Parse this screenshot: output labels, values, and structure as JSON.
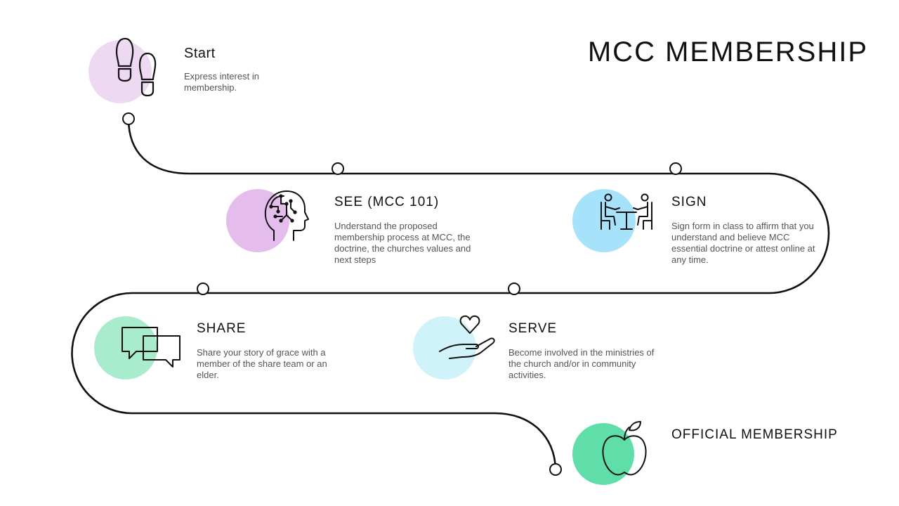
{
  "title": "MCC MEMBERSHIP",
  "colors": {
    "path": "#111111",
    "start": "#edd9f2",
    "see": "#e5bdec",
    "sign": "#a6e3fa",
    "share": "#a8eccd",
    "serve": "#cff3f8",
    "official": "#5fdeaa"
  },
  "steps": {
    "start": {
      "title": "Start",
      "desc": "Express interest in membership.",
      "icon": "footprints-icon"
    },
    "see": {
      "title": "SEE (MCC 101)",
      "desc": "Understand the proposed membership process at MCC, the doctrine, the churches values and next steps",
      "icon": "brain-head-icon"
    },
    "sign": {
      "title": "SIGN",
      "desc": "Sign form in class to affirm that you understand and believe MCC essential doctrine or attest online at any time.",
      "icon": "meeting-table-icon"
    },
    "share": {
      "title": "SHARE",
      "desc": "Share your story of grace with a member of the share team or an elder.",
      "icon": "speech-bubbles-icon"
    },
    "serve": {
      "title": "SERVE",
      "desc": "Become involved in the ministries of the church and/or in community activities.",
      "icon": "hand-heart-icon"
    },
    "official": {
      "title": "OFFICIAL MEMBERSHIP",
      "icon": "apple-icon"
    }
  }
}
